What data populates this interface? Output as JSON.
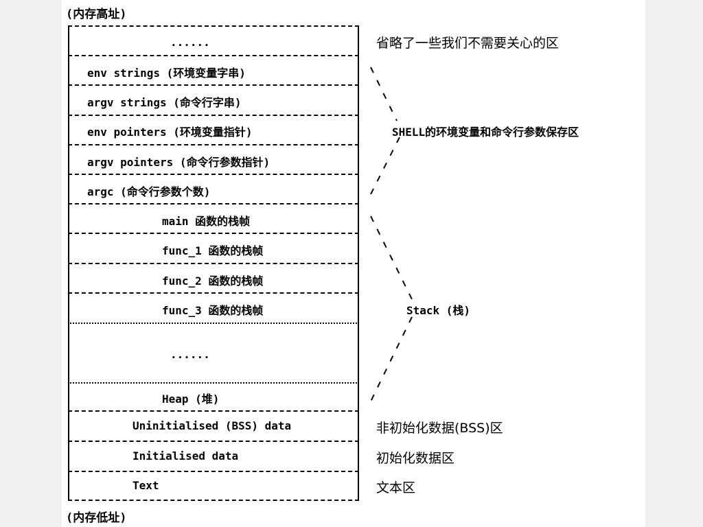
{
  "address_labels": {
    "high": "(内存高址)",
    "low": "(内存低址)"
  },
  "cells": [
    {
      "id": "omitted-top",
      "text": "......"
    },
    {
      "id": "env-strings",
      "text": "env strings (环境变量字串)"
    },
    {
      "id": "argv-strings",
      "text": "argv strings (命令行字串)"
    },
    {
      "id": "env-pointers",
      "text": "env pointers (环境变量指针)"
    },
    {
      "id": "argv-pointers",
      "text": "argv pointers (命令行参数指针)"
    },
    {
      "id": "argc",
      "text": "argc (命令行参数个数)"
    },
    {
      "id": "main-frame",
      "text": "main 函数的栈帧"
    },
    {
      "id": "func1-frame",
      "text": "func_1 函数的栈帧"
    },
    {
      "id": "func2-frame",
      "text": "func_2 函数的栈帧"
    },
    {
      "id": "func3-frame",
      "text": "func_3 函数的栈帧"
    },
    {
      "id": "gap",
      "text": "......"
    },
    {
      "id": "heap",
      "text": "Heap (堆)"
    },
    {
      "id": "bss",
      "text": "Uninitialised (BSS) data"
    },
    {
      "id": "data",
      "text": "Initialised data"
    },
    {
      "id": "text",
      "text": "Text"
    }
  ],
  "notes": {
    "omitted": "省略了一些我们不需要关心的区",
    "shell": "SHELL的环境变量和命令行参数保存区",
    "stack": "Stack (栈)",
    "bss": "非初始化数据(BSS)区",
    "data": "初始化数据区",
    "text": "文本区"
  }
}
